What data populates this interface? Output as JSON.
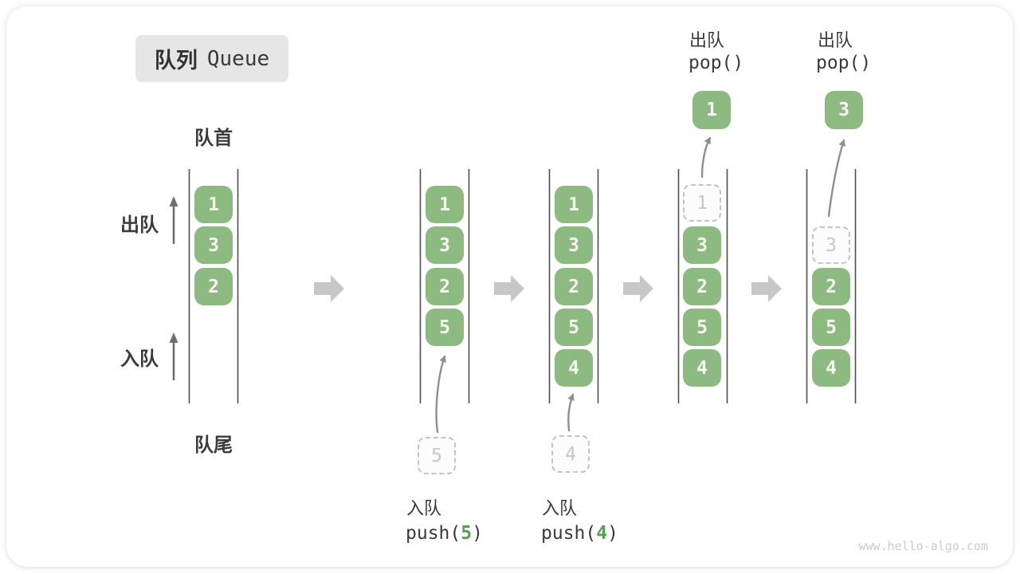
{
  "title": {
    "zh": "队列",
    "en": "Queue"
  },
  "side_labels": {
    "front": "队首",
    "rear": "队尾",
    "dequeue": "出队",
    "enqueue": "入队"
  },
  "colors": {
    "block_green": "#8cba81",
    "accent_green": "#55a14f",
    "text_dark": "#3b3b3b",
    "ghost_gray": "#c3c3c3",
    "transition_arrow_gray": "#c7c7c7",
    "chip_bg": "#e6e6e6"
  },
  "queues": [
    {
      "blocks": [
        "1",
        "3",
        "2"
      ]
    },
    {
      "blocks": [
        "1",
        "3",
        "2",
        "5"
      ],
      "ghost": "5",
      "op": {
        "zh": "入队",
        "pre": "push(",
        "arg": "5",
        "post": ")"
      }
    },
    {
      "blocks": [
        "1",
        "3",
        "2",
        "5",
        "4"
      ],
      "ghost": "4",
      "op": {
        "zh": "入队",
        "pre": "push(",
        "arg": "4",
        "post": ")"
      }
    },
    {
      "blocks": [
        "3",
        "2",
        "5",
        "4"
      ],
      "ghost": "1",
      "popped": "1",
      "op": {
        "zh": "出队",
        "code": "pop()"
      }
    },
    {
      "blocks": [
        "2",
        "5",
        "4"
      ],
      "ghost": "3",
      "popped": "3",
      "op": {
        "zh": "出队",
        "code": "pop()"
      }
    }
  ],
  "watermark": "www.hello-algo.com"
}
